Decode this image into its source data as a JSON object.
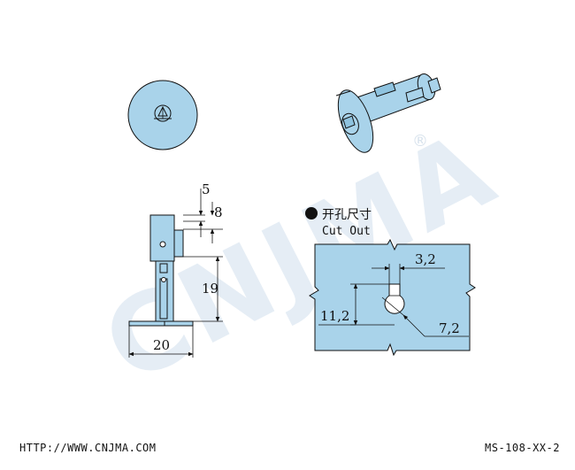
{
  "watermark": {
    "text": "CNJMA",
    "registered_mark": "®",
    "color": "#e3ecf4"
  },
  "colors": {
    "part_fill": "#a9d3ea",
    "outline": "#111111",
    "background": "#ffffff"
  },
  "side_view": {
    "dim_top_1": "5",
    "dim_top_2": "8",
    "dim_length": "19",
    "dim_width": "20"
  },
  "cutout": {
    "title_cn": "开孔尺寸",
    "title_en": "Cut Out",
    "bullet_icon": "filled-circle-icon",
    "dim_slot_width": "3,2",
    "dim_height": "11,2",
    "dim_diameter": "7,2"
  },
  "footer": {
    "url": "HTTP://WWW.CNJMA.COM",
    "part_code": "MS-108-XX-2"
  }
}
